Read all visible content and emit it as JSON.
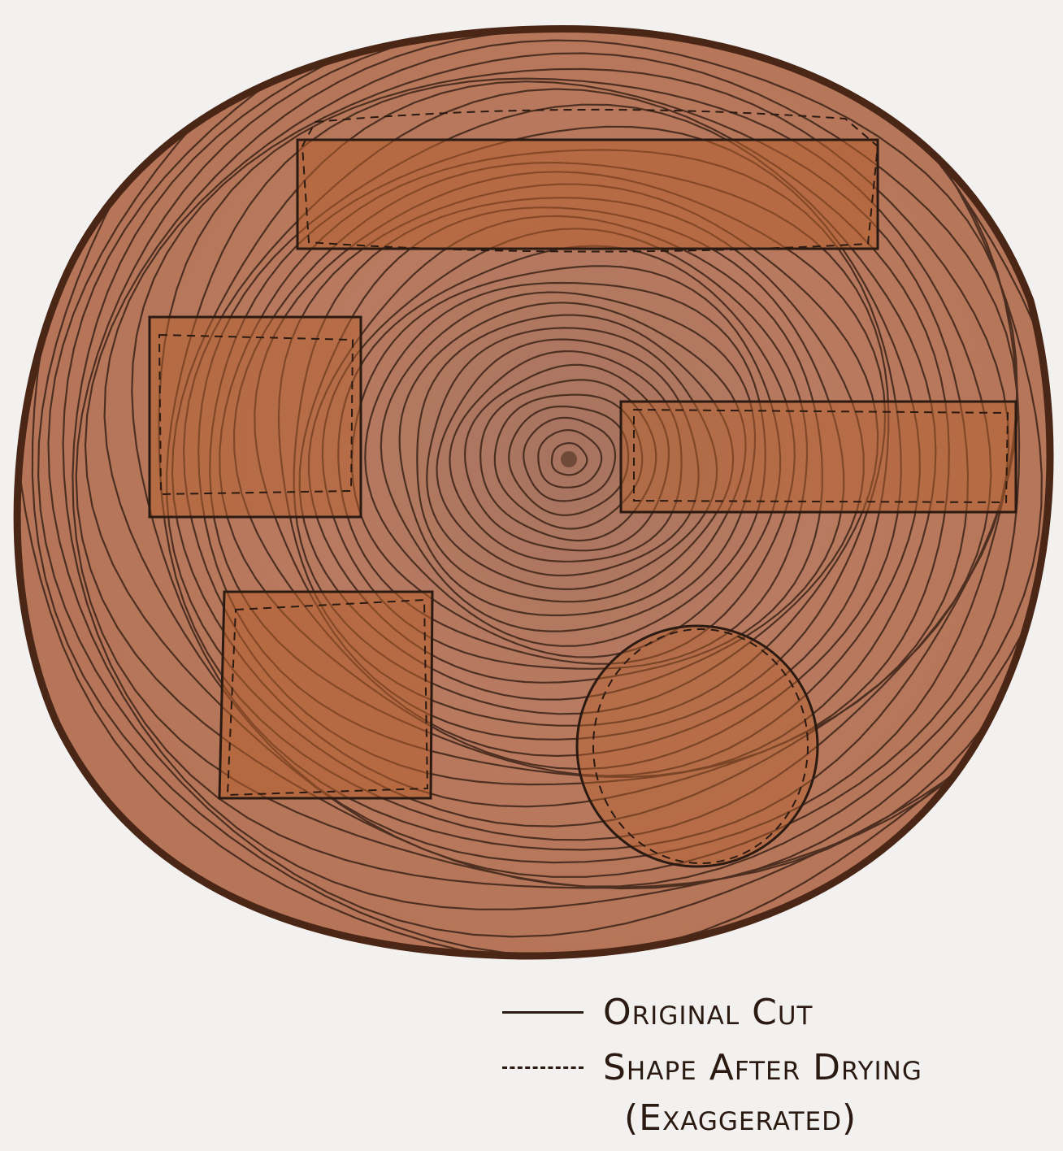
{
  "legend": {
    "original_cut": "Original Cut",
    "shape_after_drying": "Shape After Drying",
    "note": "(Exaggerated)"
  },
  "colors": {
    "background": "#f3f1ef",
    "wood": "#b87a60",
    "bark": "#4a2616",
    "ring": "#3b2418",
    "cut_fill": "#b45f2e",
    "line": "#2a1a12"
  },
  "diagram": {
    "shapes": [
      "flatsawn-board",
      "square-near-bark",
      "quartersawn-board",
      "square-diagonal-grain",
      "round-dowel"
    ]
  }
}
